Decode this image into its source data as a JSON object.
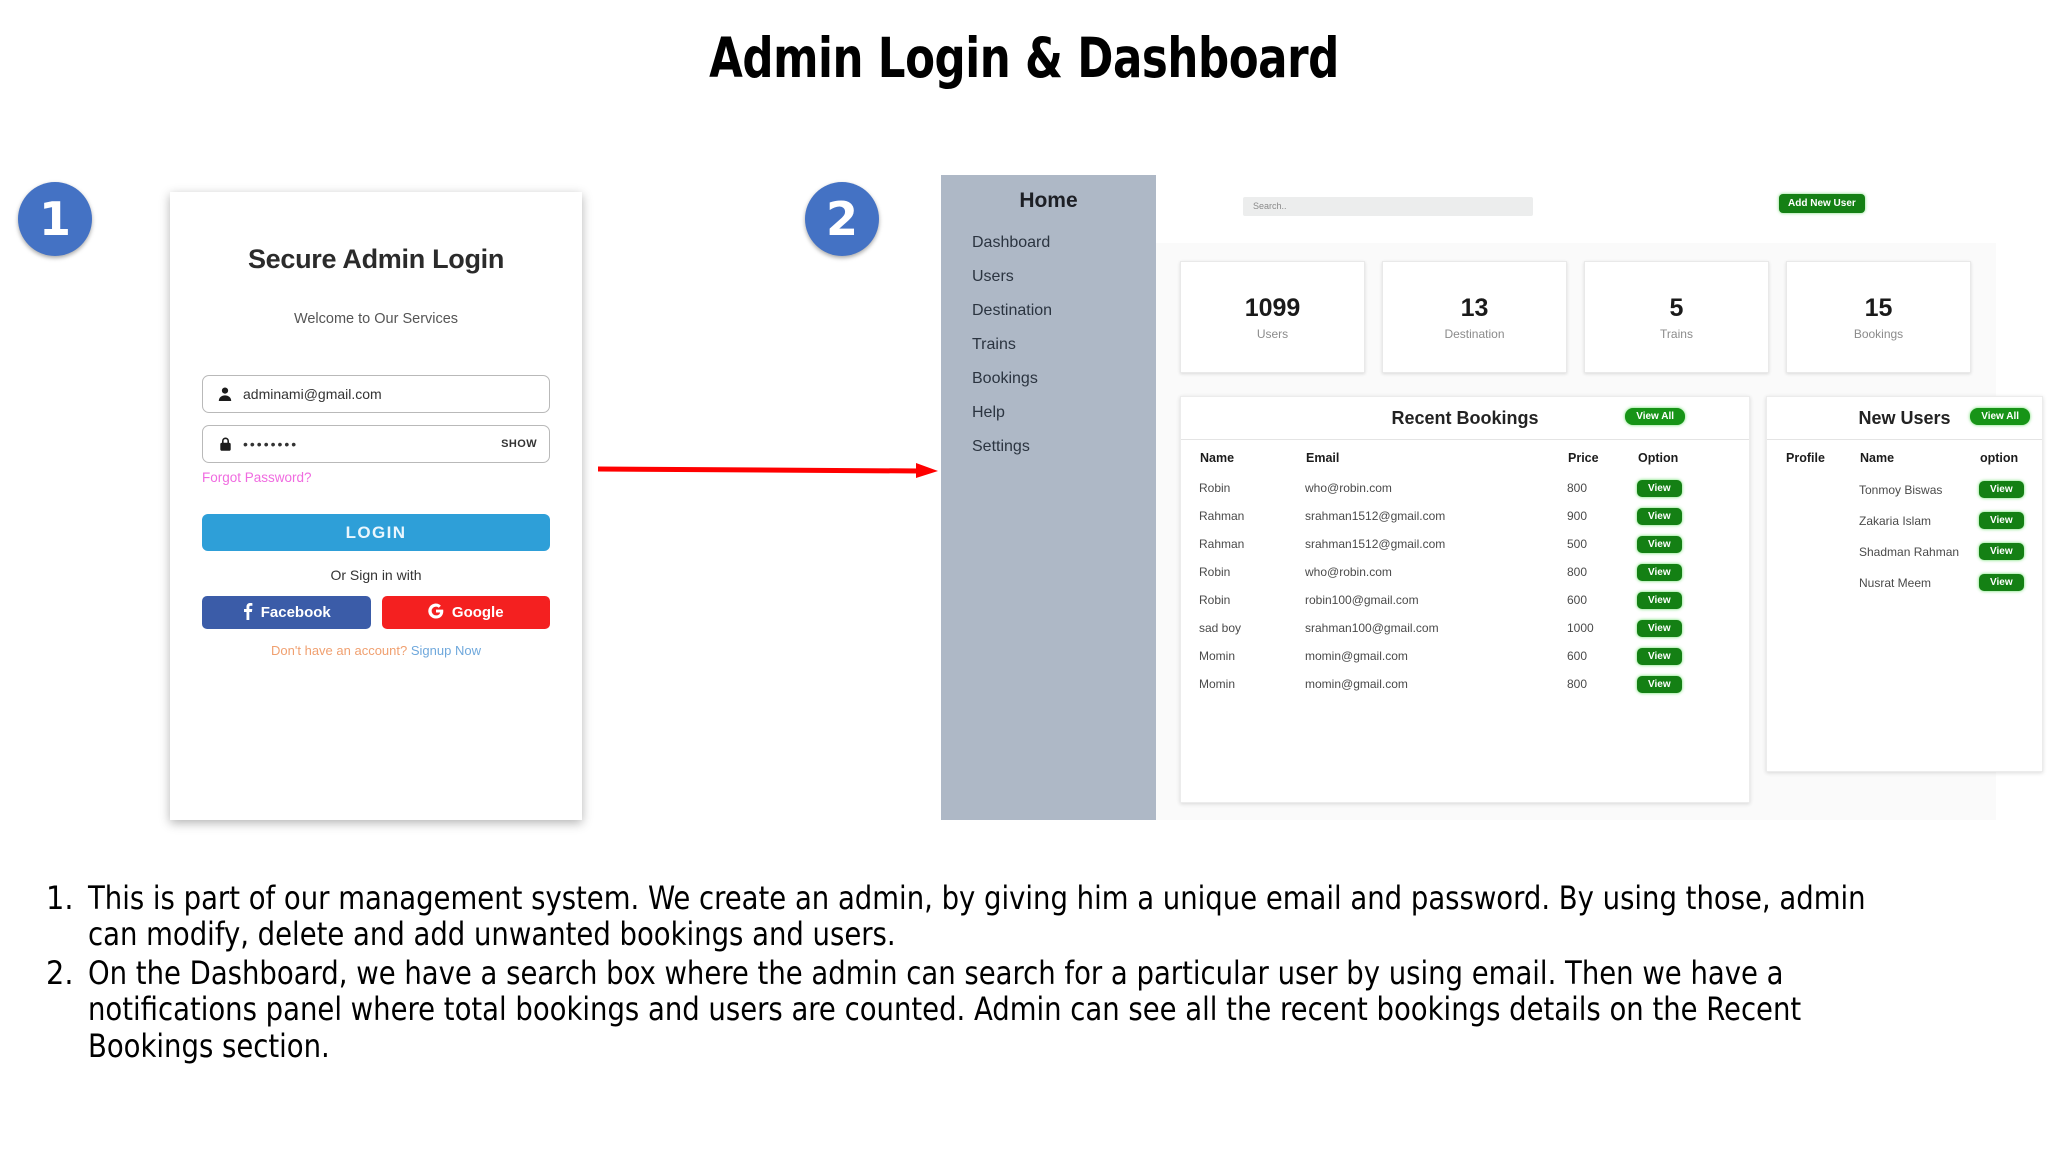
{
  "slide": {
    "title": "Admin Login & Dashboard",
    "badges": [
      "1",
      "2"
    ],
    "arrow_color": "#FF0000",
    "badge_color": "#4472C4"
  },
  "login": {
    "title": "Secure Admin Login",
    "subtitle": "Welcome to Our Services",
    "email_field": {
      "icon": "person-icon",
      "value": "adminami@gmail.com",
      "placeholder": "Email"
    },
    "password_field": {
      "icon": "lock-icon",
      "value": "••••••••",
      "placeholder": "Password",
      "show_label": "SHOW"
    },
    "forgot_label": "Forgot Password?",
    "login_label": "LOGIN",
    "or_label": "Or Sign in with",
    "facebook_label": "Facebook",
    "google_label": "Google",
    "signup_prefix": "Don't have an account?",
    "signup_link": "Signup Now",
    "colors": {
      "login_button": "#2E9FD8",
      "facebook": "#3B5CA8",
      "google": "#F42020",
      "forgot": "#F06BE0"
    }
  },
  "dashboard": {
    "sidebar": {
      "home_label": "Home",
      "items": [
        {
          "label": "Dashboard"
        },
        {
          "label": "Users"
        },
        {
          "label": "Destination"
        },
        {
          "label": "Trains"
        },
        {
          "label": "Bookings"
        },
        {
          "label": "Help"
        },
        {
          "label": "Settings"
        }
      ],
      "bg_color": "#AEB8C6"
    },
    "topbar": {
      "search_placeholder": "Search..",
      "add_user_label": "Add New User"
    },
    "stats": [
      {
        "value": "1099",
        "label": "Users"
      },
      {
        "value": "13",
        "label": "Destination"
      },
      {
        "value": "5",
        "label": "Trains"
      },
      {
        "value": "15",
        "label": "Bookings"
      }
    ],
    "recent_bookings": {
      "title": "Recent Bookings",
      "view_all_label": "View All",
      "columns": [
        "Name",
        "Email",
        "Price",
        "Option"
      ],
      "rows": [
        {
          "name": "Robin",
          "email": "who@robin.com",
          "price": "800",
          "action": "View"
        },
        {
          "name": "Rahman",
          "email": "srahman1512@gmail.com",
          "price": "900",
          "action": "View"
        },
        {
          "name": "Rahman",
          "email": "srahman1512@gmail.com",
          "price": "500",
          "action": "View"
        },
        {
          "name": "Robin",
          "email": "who@robin.com",
          "price": "800",
          "action": "View"
        },
        {
          "name": "Robin",
          "email": "robin100@gmail.com",
          "price": "600",
          "action": "View"
        },
        {
          "name": "sad boy",
          "email": "srahman100@gmail.com",
          "price": "1000",
          "action": "View"
        },
        {
          "name": "Momin",
          "email": "momin@gmail.com",
          "price": "600",
          "action": "View"
        },
        {
          "name": "Momin",
          "email": "momin@gmail.com",
          "price": "800",
          "action": "View"
        }
      ]
    },
    "new_users": {
      "title": "New Users",
      "view_all_label": "View All",
      "columns": [
        "Profile",
        "Name",
        "option"
      ],
      "rows": [
        {
          "name": "Tonmoy Biswas",
          "action": "View"
        },
        {
          "name": "Zakaria Islam",
          "action": "View"
        },
        {
          "name": "Shadman Rahman",
          "action": "View"
        },
        {
          "name": "Nusrat Meem",
          "action": "View"
        }
      ]
    }
  },
  "notes": [
    {
      "num": "1.",
      "text": "This is part of our management system. We create an admin, by giving him a unique email and password. By using those, admin can modify, delete and add unwanted bookings and users."
    },
    {
      "num": "2.",
      "text": "On the Dashboard, we have a search box where the admin can search for a particular user by using email. Then we have a notifications panel where total bookings and users are counted. Admin can see all the recent bookings details on the Recent Bookings section."
    }
  ]
}
